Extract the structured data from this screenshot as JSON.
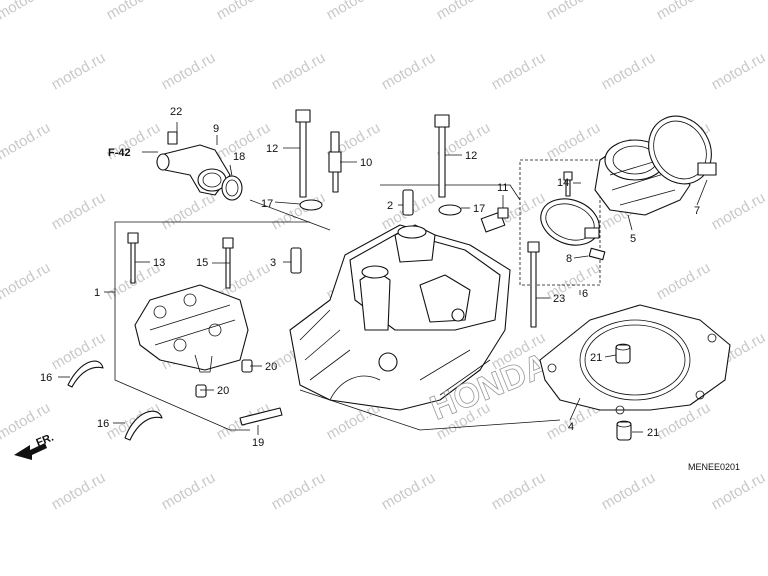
{
  "watermark": "motod.ru",
  "reference": "F-42",
  "direction": "FR.",
  "diagram_code": "MENEE0201",
  "brand_mark": "HONDA",
  "callouts": {
    "c1": "1",
    "c2": "2",
    "c3": "3",
    "c4": "4",
    "c5": "5",
    "c6": "6",
    "c7": "7",
    "c8": "8",
    "c9": "9",
    "c10": "10",
    "c11": "11",
    "c12a": "12",
    "c12b": "12",
    "c13": "13",
    "c14": "14",
    "c15": "15",
    "c16a": "16",
    "c16b": "16",
    "c17a": "17",
    "c17b": "17",
    "c18": "18",
    "c19": "19",
    "c20a": "20",
    "c20b": "20",
    "c21a": "21",
    "c21b": "21",
    "c22": "22",
    "c23": "23"
  }
}
